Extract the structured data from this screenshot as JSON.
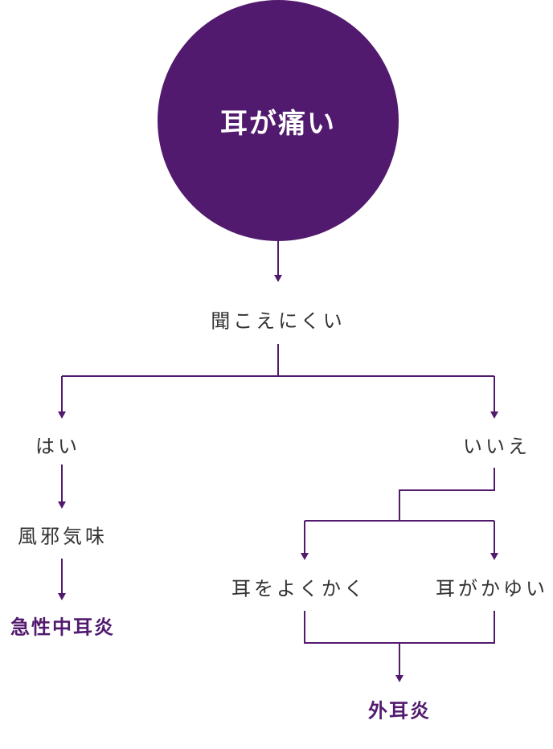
{
  "accent_color": "#521a6e",
  "root": "耳が痛い",
  "question": "聞こえにくい",
  "yes": "はい",
  "no": "いいえ",
  "yes_symptom": "風邪気味",
  "yes_result": "急性中耳炎",
  "no_option_1": "耳をよくかく",
  "no_option_2": "耳がかゆい",
  "no_result": "外耳炎"
}
